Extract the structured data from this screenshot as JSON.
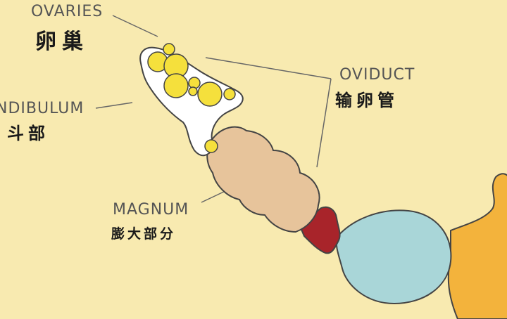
{
  "labels": {
    "ovaries": {
      "en": "OVARIES",
      "zh": "卵巢"
    },
    "infundibulum": {
      "en": "NDIBULUM",
      "zh": "斗部"
    },
    "oviduct": {
      "en": "OVIDUCT",
      "zh": "输卵管"
    },
    "magnum": {
      "en": "MAGNUM",
      "zh": "膨大部分"
    }
  },
  "colors": {
    "background": "#f8eab0",
    "ovary_follicle": "#f5e03c",
    "infundibulum": "#ffffff",
    "magnum": "#e7c49b",
    "isthmus": "#a8242a",
    "uterus": "#a9d6d8",
    "vagina": "#f3b33c",
    "outline": "#444444"
  }
}
